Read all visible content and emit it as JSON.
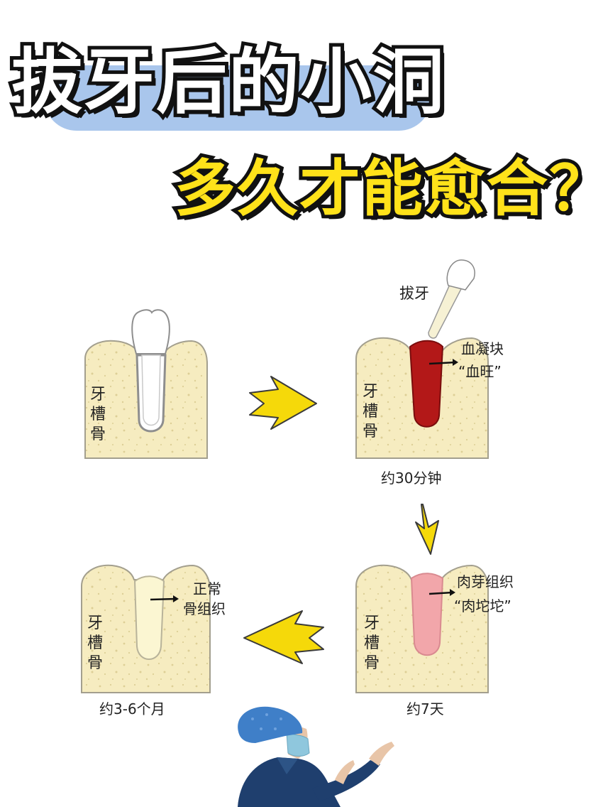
{
  "title": {
    "line1": "拔牙后的小洞",
    "line2": "多久才能愈合？"
  },
  "stages": {
    "stage1": {
      "bone_label": [
        "牙",
        "槽",
        "骨"
      ]
    },
    "stage2": {
      "action_label": "拔牙",
      "callout_line1": "血凝块",
      "callout_line2": "“血旺”",
      "bone_label": [
        "牙",
        "槽",
        "骨"
      ],
      "time": "约30分钟"
    },
    "stage3": {
      "callout_line1": "肉芽组织",
      "callout_line2": "“肉坨坨”",
      "bone_label": [
        "牙",
        "槽",
        "骨"
      ],
      "time": "约7天"
    },
    "stage4": {
      "callout_line1": "正常",
      "callout_line2": "骨组织",
      "bone_label": [
        "牙",
        "槽",
        "骨"
      ],
      "time": "约3-6个月"
    }
  },
  "colors": {
    "bone": "#f6ecc0",
    "bone_outline": "#a39f8e",
    "clot": "#b31818",
    "granulation": "#f2a6aa",
    "new_bone": "#fbf6d2",
    "arrow": "#f5d90a",
    "title_fill_1": "#ffffff",
    "title_fill_2": "#ffe21a",
    "title_highlight": "#a9c6ec"
  },
  "icons": [
    "right-arrow-icon",
    "down-arrow-icon",
    "left-arrow-icon",
    "extracted-tooth-icon",
    "nurse-figure"
  ]
}
